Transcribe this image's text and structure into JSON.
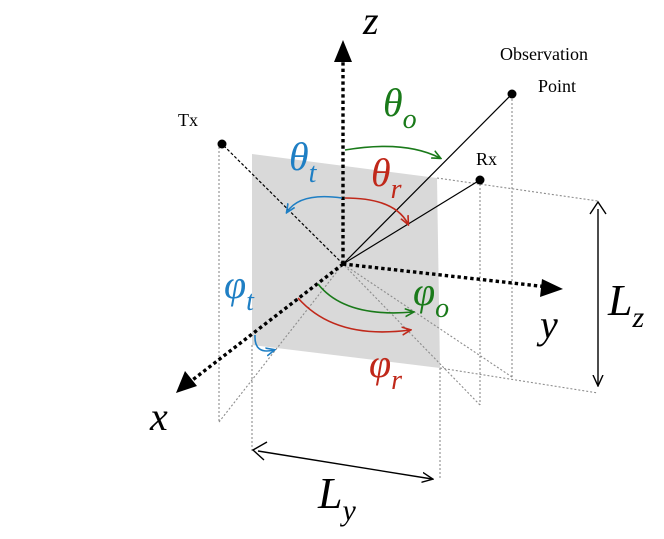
{
  "axes": {
    "x_label": "x",
    "y_label": "y",
    "z_label": "z"
  },
  "points": {
    "tx_label": "Tx",
    "rx_label": "Rx",
    "observation_label_line1": "Observation",
    "observation_label_line2": "Point"
  },
  "angles": {
    "theta_o": {
      "symbol": "θ",
      "sub": "o",
      "color": "#1a7a1a"
    },
    "theta_t": {
      "symbol": "θ",
      "sub": "t",
      "color": "#1f7fc4"
    },
    "theta_r": {
      "symbol": "θ",
      "sub": "r",
      "color": "#c0281a"
    },
    "phi_t": {
      "symbol": "φ",
      "sub": "t",
      "color": "#1f7fc4"
    },
    "phi_o": {
      "symbol": "φ",
      "sub": "o",
      "color": "#1a7a1a"
    },
    "phi_r": {
      "symbol": "φ",
      "sub": "r",
      "color": "#c0281a"
    }
  },
  "dimensions": {
    "lz": {
      "symbol": "L",
      "sub": "z"
    },
    "ly": {
      "symbol": "L",
      "sub": "y"
    }
  },
  "colors": {
    "surface": "#d9d9d9",
    "axis": "#000000",
    "guide": "#8c8c8c"
  }
}
